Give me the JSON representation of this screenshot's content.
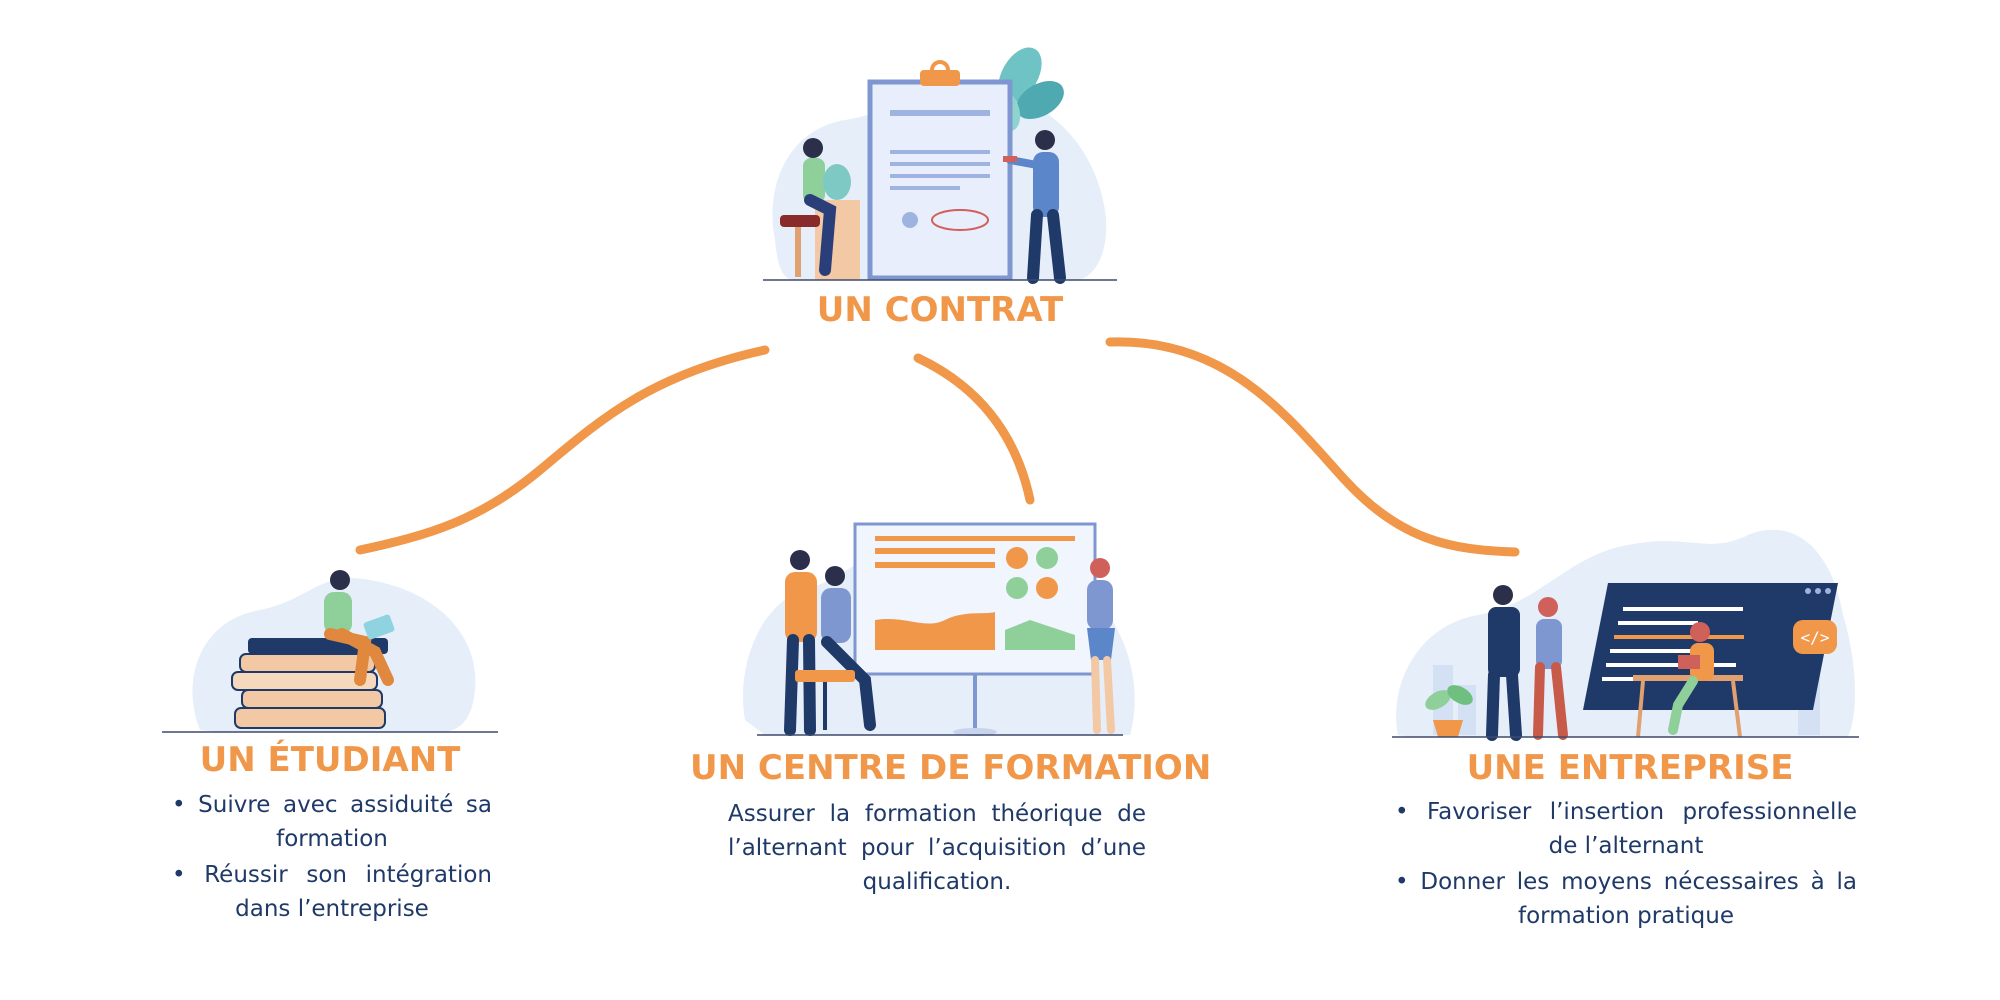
{
  "contrat": {
    "title": "UN CONTRAT"
  },
  "etudiant": {
    "title": "UN ÉTUDIANT",
    "items": [
      "Suivre avec assiduité sa formation",
      "Réussir son intégration dans l’entreprise"
    ]
  },
  "centre": {
    "title": "UN CENTRE DE FORMATION",
    "text": "Assurer la formation théorique de l’alternant pour l’acquisition d’une qualification."
  },
  "entreprise": {
    "title": "UNE ENTREPRISE",
    "items": [
      "Favoriser l’insertion professionnelle de l’alternant",
      "Donner les moyens nécessaires à la formation pratique"
    ]
  },
  "colors": {
    "accent": "#f0974a",
    "text": "#1f3a68",
    "navy": "#1f3a68",
    "blob": "#e6eefa",
    "lightblue": "#7f97d0"
  }
}
